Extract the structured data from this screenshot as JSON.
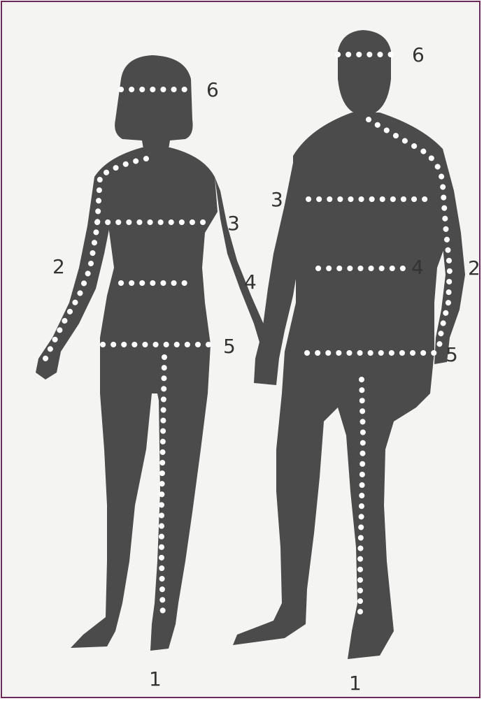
{
  "colors": {
    "frame_border": "#6b2a5a",
    "background": "#f4f4f2",
    "silhouette": "#4b4b4b",
    "measure_dots": "#ffffff",
    "label_text": "#333333"
  },
  "woman": {
    "labels": {
      "head": "6",
      "chest": "3",
      "arm": "2",
      "waist": "4",
      "hip": "5",
      "inseam": "1"
    }
  },
  "man": {
    "labels": {
      "head": "6",
      "chest": "3",
      "arm": "2",
      "waist": "4",
      "hip": "5",
      "inseam": "1"
    }
  }
}
